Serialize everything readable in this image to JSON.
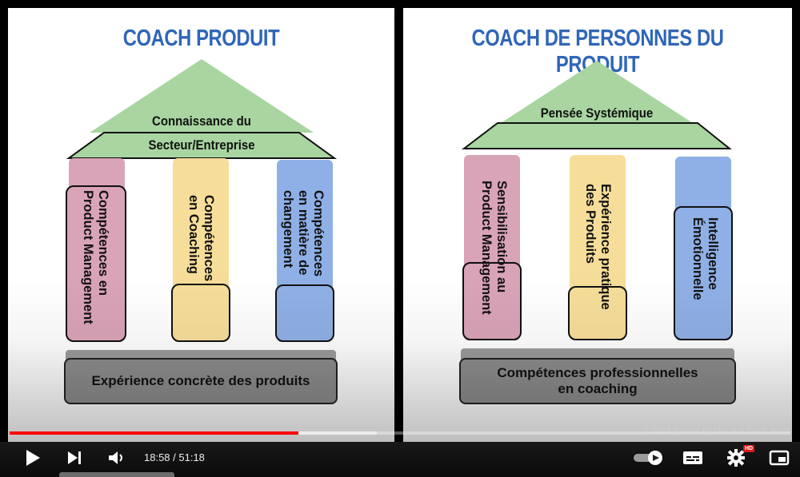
{
  "left_panel": {
    "title": "COACH PRODUIT",
    "roof_line1": "Connaissance du",
    "roof_line2": "Secteur/Entreprise",
    "pillars": [
      {
        "label": "Compétences en\nProduct Management"
      },
      {
        "label": "Compétences\nen Coaching"
      },
      {
        "label": "Compétences\nen matière de\nchangement"
      }
    ],
    "base": "Expérience concrète des produits"
  },
  "right_panel": {
    "title": "COACH DE PERSONNES DU PRODUIT",
    "roof_line": "Pensée Systémique",
    "pillars": [
      {
        "label": "Sensibilisation au\nProduct Management"
      },
      {
        "label": "Expérience pratique\ndes Produits"
      },
      {
        "label": "Intelligence\nÉmotionnelle"
      }
    ],
    "base": "Compétences professionnelles\nen coaching",
    "copyright": "© 2023 Roman Pichler and Geoff Watts"
  },
  "player": {
    "time_display": "18:58 / 51:18",
    "progress_fraction": 0.37,
    "buffered_fraction": 0.47,
    "hd_badge": "HD",
    "icons": [
      "play-icon",
      "next-icon",
      "volume-icon",
      "autoplay-toggle-icon",
      "subtitles-icon",
      "settings-icon",
      "miniplayer-icon"
    ]
  },
  "colors": {
    "title_blue": "#2f66b8",
    "roof_green": "#a8d5a0",
    "pillar_pink": "#d9a3b8",
    "pillar_yellow": "#f6dd99",
    "pillar_blue": "#8fb0e6",
    "base_gray": "#8d8d8d",
    "progress_red": "#ff0000"
  }
}
